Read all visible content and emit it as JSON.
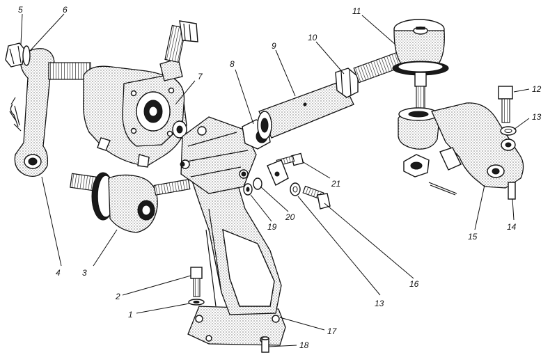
{
  "figure": {
    "callouts": [
      {
        "id": "1",
        "text": "1"
      },
      {
        "id": "2",
        "text": "2"
      },
      {
        "id": "3",
        "text": "3"
      },
      {
        "id": "4",
        "text": "4"
      },
      {
        "id": "5",
        "text": "5"
      },
      {
        "id": "6",
        "text": "6"
      },
      {
        "id": "7",
        "text": "7"
      },
      {
        "id": "8",
        "text": "8"
      },
      {
        "id": "9",
        "text": "9"
      },
      {
        "id": "10",
        "text": "10"
      },
      {
        "id": "11",
        "text": "11"
      },
      {
        "id": "12",
        "text": "12"
      },
      {
        "id": "13a",
        "text": "13"
      },
      {
        "id": "13b",
        "text": "13"
      },
      {
        "id": "14",
        "text": "14"
      },
      {
        "id": "15",
        "text": "15"
      },
      {
        "id": "16",
        "text": "16"
      },
      {
        "id": "17",
        "text": "17"
      },
      {
        "id": "18",
        "text": "18"
      },
      {
        "id": "19",
        "text": "19"
      },
      {
        "id": "20",
        "text": "20"
      },
      {
        "id": "21",
        "text": "21"
      }
    ]
  }
}
